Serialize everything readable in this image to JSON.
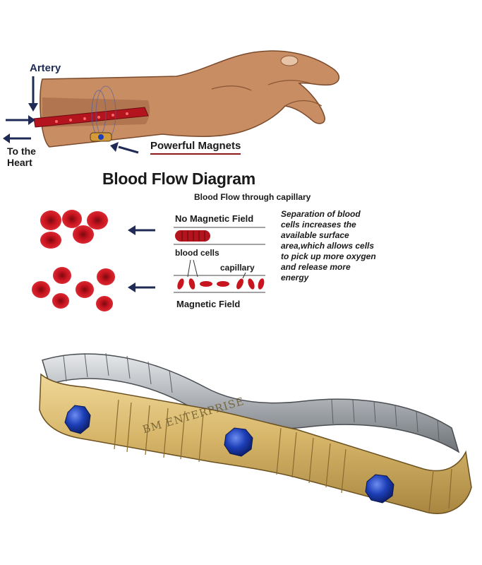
{
  "labels": {
    "artery": "Artery",
    "to_heart": "To the Heart",
    "powerful_magnets": "Powerful Magnets",
    "title": "Blood Flow Diagram",
    "subtitle": "Blood Flow through capillary",
    "no_magnetic_field": "No Magnetic Field",
    "blood_cells": "blood cells",
    "capillary": "capillary",
    "magnetic_field": "Magnetic Field",
    "separation_note": "Separation of blood cells increases the available surface area,which allows cells to pick up more oxygen and release more energy"
  },
  "watermark": "BM ENTERPRISE",
  "colors": {
    "skin": "#c98d63",
    "skin_shadow": "#9c6541",
    "artery_red": "#b3141e",
    "blood_cell": "#c8141f",
    "arrow_navy": "#1f2b55",
    "gold": "#d7b66a",
    "steel": "#b9bcc0",
    "gem_blue": "#1d3fb8"
  },
  "icons": {
    "hand": "hand-illustration",
    "bracelet": "magnetic-bracelet-illustration",
    "arrow": "arrow-left-icon"
  }
}
